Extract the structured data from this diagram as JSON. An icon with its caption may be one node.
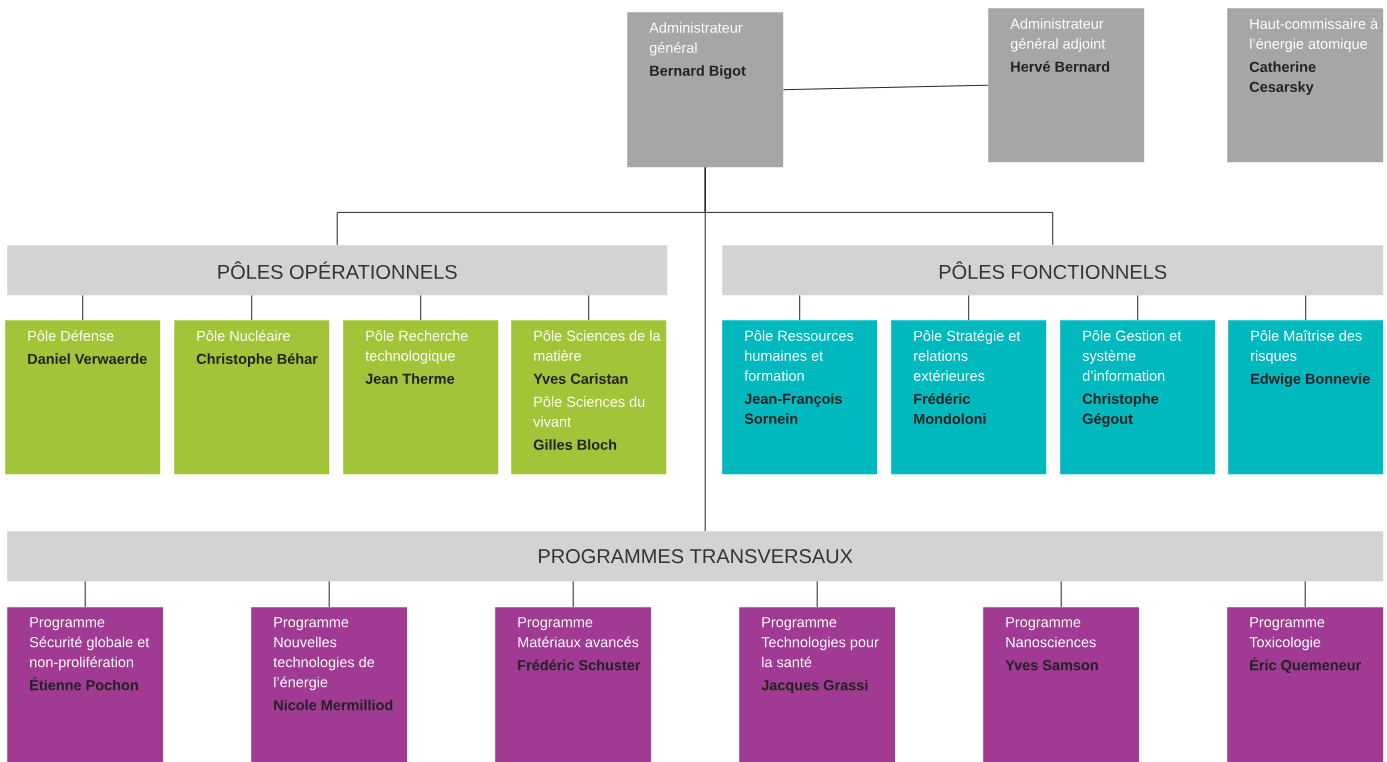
{
  "diagram": {
    "nodes": [
      {
        "text": [
          "Administrateur général",
          "Bernard Bigot"
        ]
      },
      {
        "text": [
          "Administrateur général adjoint",
          "Hervé Bernard"
        ]
      },
      {
        "text": [
          "Haut-commissaire à l’énergie atomique",
          "Catherine Cesarsky"
        ]
      },
      {
        "text": [
          "PÔLES OPÉRATIONNELS"
        ]
      },
      {
        "text": [
          "PÔLES FONCTIONNELS"
        ]
      },
      {
        "text": [
          "Pôle Défense",
          "Daniel Verwaerde"
        ]
      },
      {
        "text": [
          "Pôle Nucléaire",
          "Christophe Béhar"
        ]
      },
      {
        "text": [
          "Pôle Recherche technologique",
          "Jean Therme"
        ]
      },
      {
        "text": [
          "Pôle Sciences de la matière",
          "Yves Caristan",
          "Pôle Sciences du vivant",
          "Gilles Bloch"
        ]
      },
      {
        "text": [
          "Pôle Ressources humaines et formation",
          "Jean-François Sornein"
        ]
      },
      {
        "text": [
          "Pôle Stratégie et relations extérieures",
          "Frédéric Mondoloni"
        ]
      },
      {
        "text": [
          "Pôle Gestion et système d’information",
          "Christophe Gégout"
        ]
      },
      {
        "text": [
          "Pôle Maîtrise des risques",
          "Edwige Bonnevie"
        ]
      },
      {
        "text": [
          "PROGRAMMES TRANSVERSAUX"
        ]
      },
      {
        "text": [
          "Programme Sécurité globale et non-prolifération",
          "Étienne Pochon"
        ]
      },
      {
        "text": [
          "Programme Nouvelles technologies de l’énergie",
          "Nicole Mermilliod"
        ]
      },
      {
        "text": [
          "Programme Matériaux avancés",
          "Frédéric Schuster"
        ]
      },
      {
        "text": [
          "Programme Technologies pour la santé",
          "Jacques Grassi"
        ]
      },
      {
        "text": [
          "Programme Nanosciences",
          "Yves Samson"
        ]
      },
      {
        "text": [
          "Programme Toxicologie",
          "Éric Quemeneur"
        ]
      }
    ],
    "edges": [
      {
        "from": 0,
        "to": 1,
        "arrow": "none"
      },
      {
        "from": 0,
        "to": 3,
        "arrow": "none"
      },
      {
        "from": 0,
        "to": 4,
        "arrow": "none"
      },
      {
        "from": 0,
        "to": 13,
        "arrow": "none"
      },
      {
        "from": 3,
        "to": 5,
        "arrow": "none"
      },
      {
        "from": 3,
        "to": 6,
        "arrow": "none"
      },
      {
        "from": 3,
        "to": 7,
        "arrow": "none"
      },
      {
        "from": 3,
        "to": 8,
        "arrow": "none"
      },
      {
        "from": 4,
        "to": 9,
        "arrow": "none"
      },
      {
        "from": 4,
        "to": 10,
        "arrow": "none"
      },
      {
        "from": 4,
        "to": 11,
        "arrow": "none"
      },
      {
        "from": 4,
        "to": 12,
        "arrow": "none"
      },
      {
        "from": 13,
        "to": 14,
        "arrow": "none"
      },
      {
        "from": 13,
        "to": 15,
        "arrow": "none"
      },
      {
        "from": 13,
        "to": 16,
        "arrow": "none"
      },
      {
        "from": 13,
        "to": 17,
        "arrow": "none"
      },
      {
        "from": 13,
        "to": 18,
        "arrow": "none"
      },
      {
        "from": 13,
        "to": 19,
        "arrow": "none"
      }
    ]
  }
}
